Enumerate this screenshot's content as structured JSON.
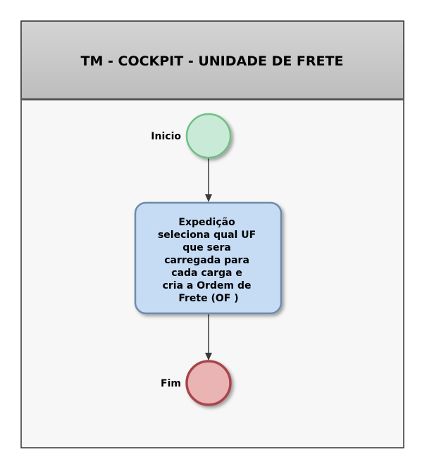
{
  "pool": {
    "title": "TM - COCKPIT - UNIDADE DE FRETE"
  },
  "start_event": {
    "label": "Inicio",
    "fill": "#c9ead6",
    "stroke": "#6fbf84"
  },
  "task": {
    "lines": [
      "Expedição",
      "seleciona qual UF",
      "que sera",
      "carregada para",
      "cada carga e",
      "cria a Ordem de",
      "Frete (OF )"
    ],
    "fill": "#c6dcf5",
    "stroke": "#6f8aa8"
  },
  "end_event": {
    "label": "Fim",
    "fill": "#eab3b4",
    "stroke": "#a8454a"
  },
  "colors": {
    "header_fill": "#c8c8c8",
    "pool_border": "#333333",
    "lane_fill": "#f7f7f7",
    "connector": "#3a3a3a"
  }
}
